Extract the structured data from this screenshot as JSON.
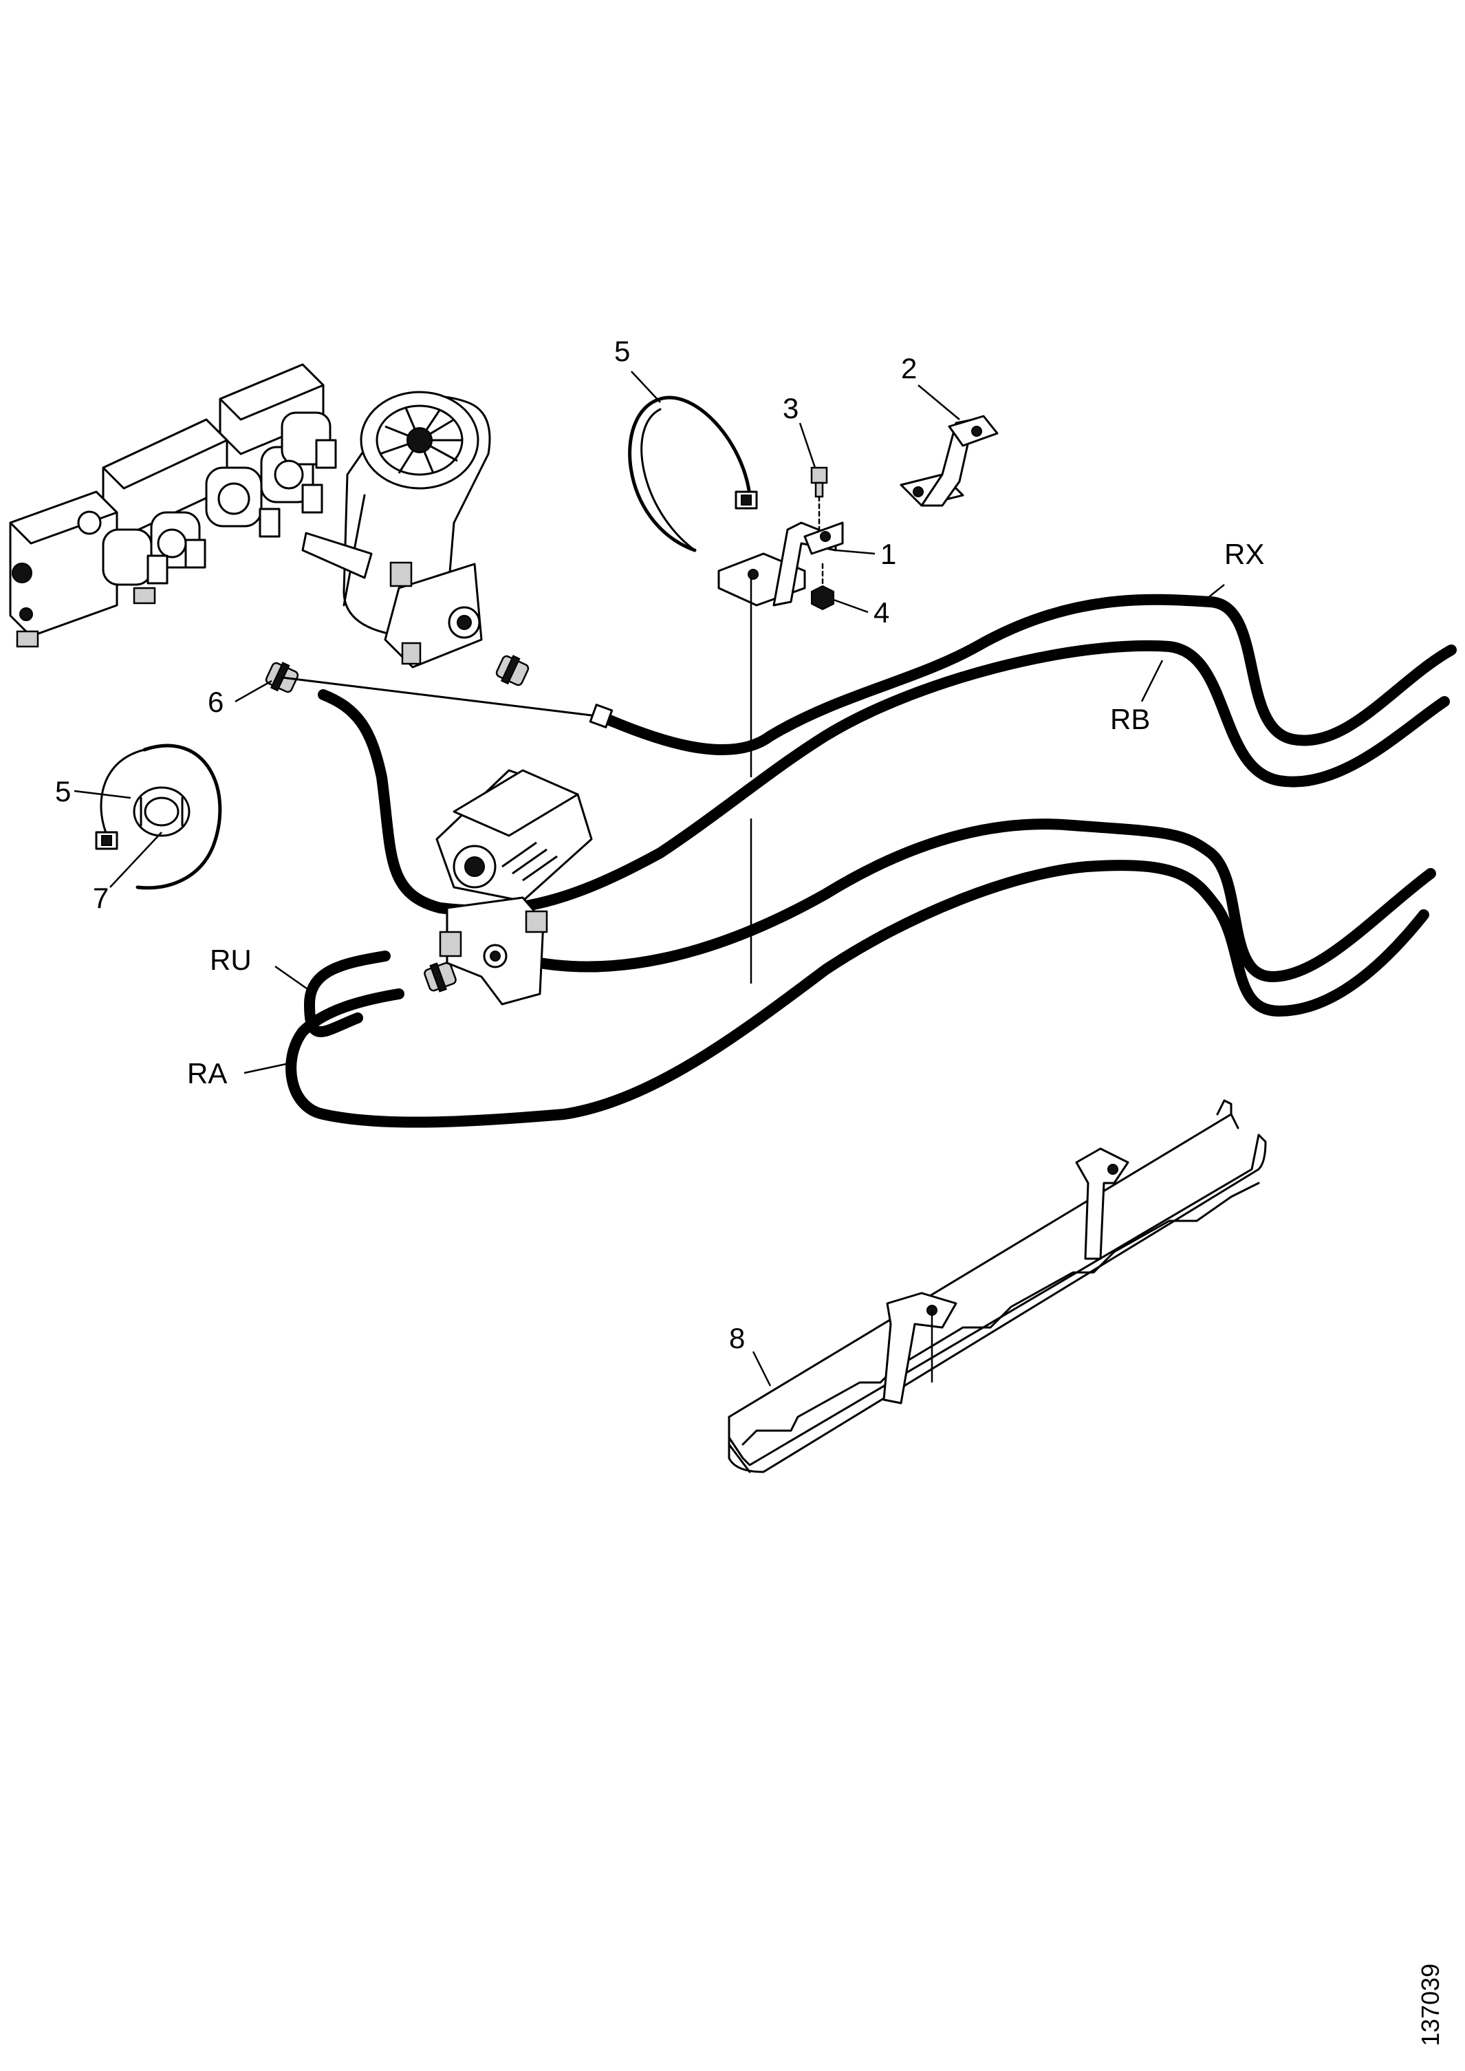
{
  "drawing_number": "137039",
  "callouts": {
    "c1": "1",
    "c2": "2",
    "c3": "3",
    "c4": "4",
    "c5a": "5",
    "c5b": "5",
    "c6": "6",
    "c7": "7",
    "c8": "8",
    "rx": "RX",
    "rb": "RB",
    "ru": "RU",
    "ra": "RA"
  }
}
